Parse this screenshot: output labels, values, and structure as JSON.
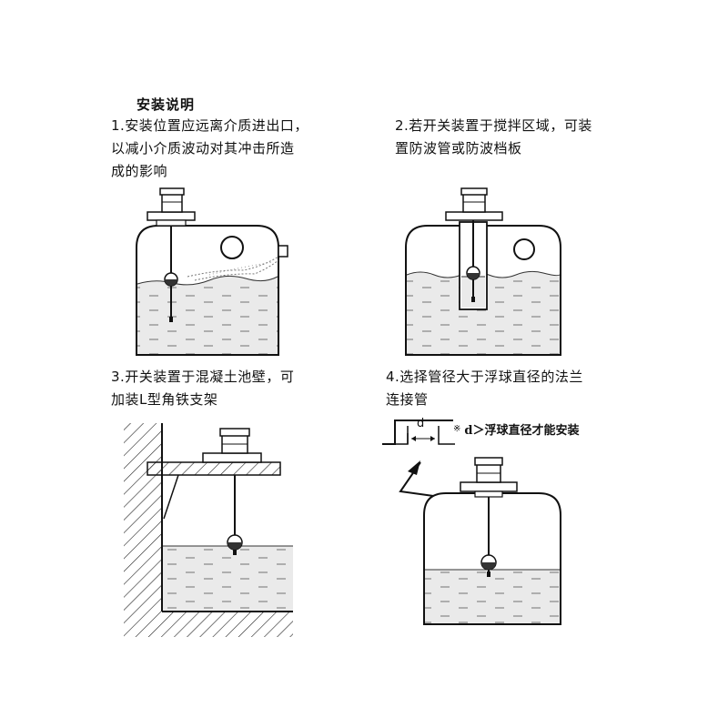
{
  "title": "安装说明",
  "steps": [
    {
      "lines": [
        "1.安装位置应远离介质进出口，",
        "以减小介质波动对其冲击所造",
        "成的影响"
      ]
    },
    {
      "lines": [
        "2.若开关装置于搅拌区域，可装",
        "置防波管或防波档板"
      ]
    },
    {
      "lines": [
        "3.开关装置于混凝土池壁，可",
        "加装L型角铁支架"
      ]
    },
    {
      "lines": [
        "4.选择管径大于浮球直径的法兰",
        "连接管"
      ]
    }
  ],
  "detail": {
    "dim_label": "d",
    "note_mark": "※",
    "note_text": "d＞浮球直径才能安装"
  },
  "colors": {
    "line": "#111111",
    "liquid": "#e8e8e8",
    "wall_hatch": "#222222"
  }
}
